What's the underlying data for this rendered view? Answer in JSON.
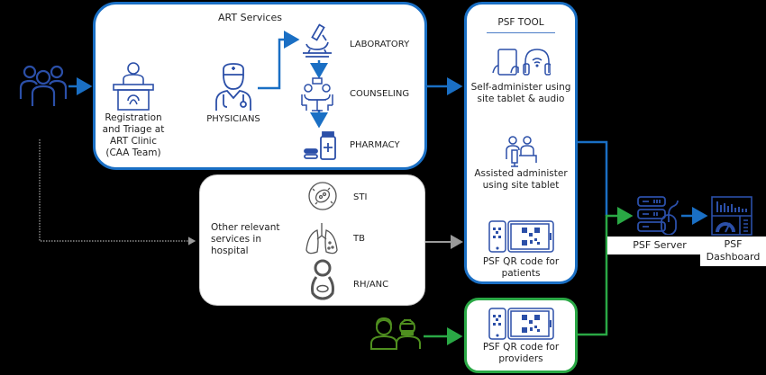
{
  "colors": {
    "background": "#000000",
    "art_blue": "#1a6fc4",
    "icon_blue": "#2b4fa8",
    "provider_green": "#2aa845",
    "provider_icon_green": "#4f8f1f",
    "gray_arrow": "#9a9a9a",
    "box_fill": "#ffffff"
  },
  "patients": {
    "icon": "people-group-icon"
  },
  "providers": {
    "icon": "doctors-pair-icon"
  },
  "art_services": {
    "title": "ART Services",
    "registration": {
      "icon": "reception-desk-icon",
      "label": "Registration and Triage at ART Clinic (CAA Team)"
    },
    "physicians": {
      "icon": "physician-icon",
      "label": "PHYSICIANS"
    },
    "laboratory": {
      "icon": "microscope-icon",
      "label": "LABORATORY"
    },
    "counseling": {
      "icon": "counseling-table-icon",
      "label": "COUNSELING"
    },
    "pharmacy": {
      "icon": "medicine-bottle-icon",
      "label": "PHARMACY"
    }
  },
  "other_services": {
    "label": "Other relevant services in hospital",
    "items": [
      {
        "icon": "bacteria-icon",
        "label": "STI"
      },
      {
        "icon": "lungs-icon",
        "label": "TB"
      },
      {
        "icon": "pregnancy-icon",
        "label": "RH/ANC"
      }
    ]
  },
  "psf_tool": {
    "title": "PSF TOOL",
    "self_administer": {
      "icon": "tablet-headphones-icon",
      "label": "Self-administer using site tablet & audio"
    },
    "assisted": {
      "icon": "assisted-people-icon",
      "label": "Assisted administer using site tablet"
    },
    "qr_patients": {
      "icon": "qr-devices-icon",
      "label": "PSF QR code for patients"
    }
  },
  "psf_providers": {
    "icon": "qr-devices-icon",
    "label": "PSF QR code for providers"
  },
  "psf_server": {
    "icon": "server-mouse-icon",
    "label": "PSF Server"
  },
  "psf_dashboard": {
    "icon": "dashboard-icon",
    "label": "PSF Dashboard"
  }
}
